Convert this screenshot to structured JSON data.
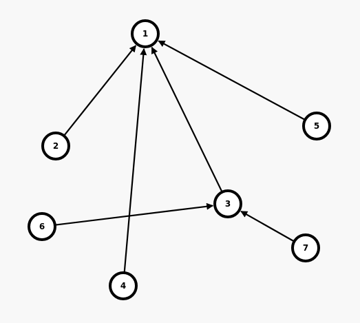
{
  "diagram": {
    "type": "directed-graph",
    "colors": {
      "background": "#f8f8f8",
      "node_fill": "#ffffff",
      "stroke": "#000000"
    },
    "nodes": [
      {
        "id": "1",
        "label": "1"
      },
      {
        "id": "2",
        "label": "2"
      },
      {
        "id": "3",
        "label": "3"
      },
      {
        "id": "4",
        "label": "4"
      },
      {
        "id": "5",
        "label": "5"
      },
      {
        "id": "6",
        "label": "6"
      },
      {
        "id": "7",
        "label": "7"
      }
    ],
    "edges": [
      {
        "from": "2",
        "to": "1"
      },
      {
        "from": "4",
        "to": "1"
      },
      {
        "from": "3",
        "to": "1"
      },
      {
        "from": "5",
        "to": "1"
      },
      {
        "from": "6",
        "to": "3"
      },
      {
        "from": "7",
        "to": "3"
      }
    ]
  }
}
